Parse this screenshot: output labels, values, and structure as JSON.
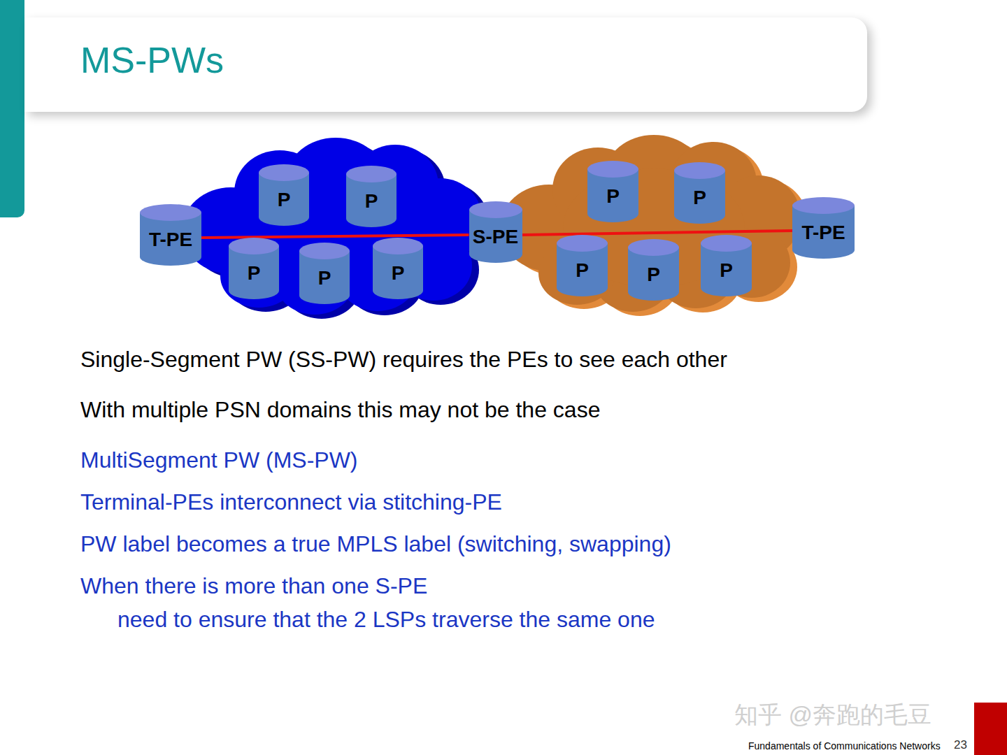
{
  "diagram": {
    "title": "MS-PWs",
    "nodes": [
      {
        "text": [
          "T-PE"
        ]
      },
      {
        "text": [
          "P"
        ]
      },
      {
        "text": [
          "P"
        ]
      },
      {
        "text": [
          "P"
        ]
      },
      {
        "text": [
          "P"
        ]
      },
      {
        "text": [
          "P"
        ]
      },
      {
        "text": [
          "S-PE"
        ]
      },
      {
        "text": [
          "P"
        ]
      },
      {
        "text": [
          "P"
        ]
      },
      {
        "text": [
          "P"
        ]
      },
      {
        "text": [
          "P"
        ]
      },
      {
        "text": [
          "P"
        ]
      },
      {
        "text": [
          "T-PE"
        ]
      }
    ],
    "edges": [
      {
        "from": 0,
        "to": 6,
        "arrow": "none"
      },
      {
        "from": 6,
        "to": 12,
        "arrow": "none"
      }
    ],
    "labels": [
      "Single-Segment PW (SS-PW) requires the PEs to see each other",
      "With multiple PSN domains this may not be the case",
      "MultiSegment PW (MS-PW)",
      "Terminal-PEs interconnect via stitching-PE",
      "PW label becomes a true MPLS label (switching, swapping)",
      "When there is more than one S-PE",
      "need to ensure that the 2 LSPs traverse the same one",
      "知乎 @奔跑的毛豆",
      "Fundamentals of Communications Networks",
      "23"
    ]
  }
}
